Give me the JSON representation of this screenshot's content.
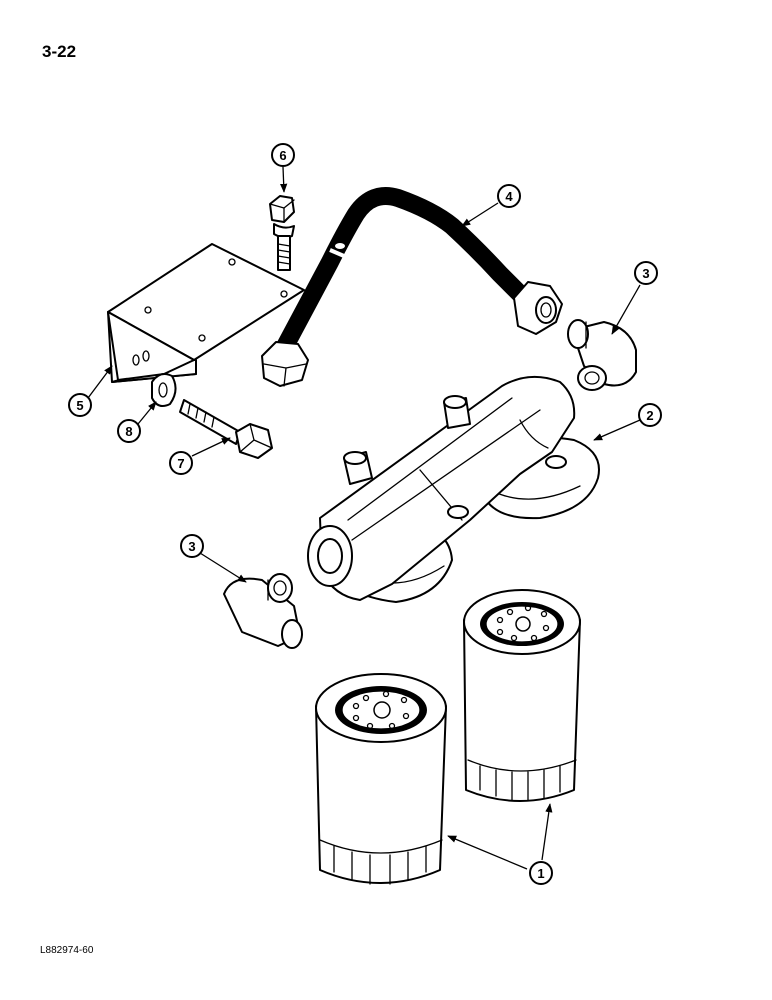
{
  "page": {
    "number": "3-22",
    "reference_code": "L882974-60"
  },
  "callouts": [
    {
      "id": "c1",
      "label": "1"
    },
    {
      "id": "c2",
      "label": "2"
    },
    {
      "id": "c3a",
      "label": "3"
    },
    {
      "id": "c3b",
      "label": "3"
    },
    {
      "id": "c4",
      "label": "4"
    },
    {
      "id": "c5",
      "label": "5"
    },
    {
      "id": "c6",
      "label": "6"
    },
    {
      "id": "c7",
      "label": "7"
    },
    {
      "id": "c8",
      "label": "8"
    }
  ]
}
